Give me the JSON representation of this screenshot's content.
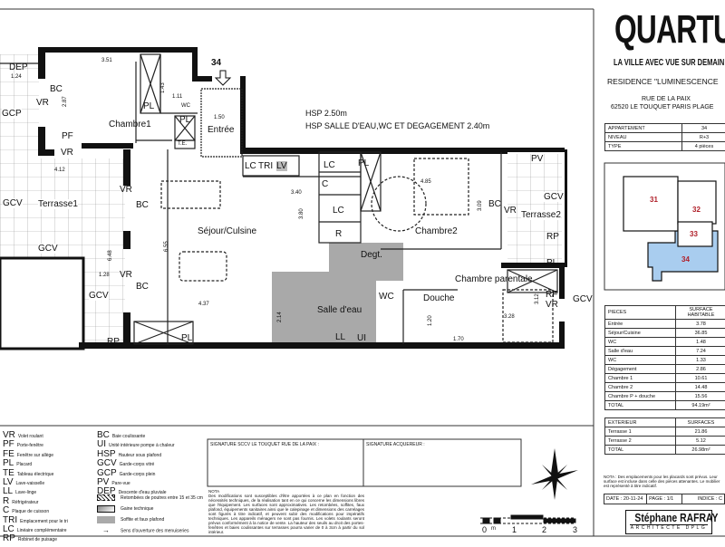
{
  "plan": {
    "apartment_tag": "34",
    "hsp": [
      "HSP 2.50m",
      "HSP SALLE D'EAU,WC ET DEGAGEMENT 2.40m"
    ],
    "rooms": [
      "Chambre1",
      "Entrée",
      "Séjour/Culsine",
      "Chambre2",
      "Degt.",
      "Salle d'eau",
      "WC",
      "Douche",
      "Chambre parentale",
      "Terrasse1",
      "Terrasse2",
      "WC"
    ],
    "codes": [
      "DEP",
      "BC",
      "VR",
      "GCP",
      "PL",
      "PL",
      "T.E.",
      "PF",
      "VR",
      "VR",
      "BC",
      "GCV",
      "GCV",
      "VR",
      "BC",
      "GCV",
      "RP",
      "PL",
      "LC",
      "TRI",
      "LV",
      "LC",
      "C",
      "LC",
      "R",
      "PL",
      "BC",
      "VR",
      "PV",
      "GCV",
      "RP",
      "PL",
      "RF",
      "VR",
      "GCV",
      "LL",
      "UI"
    ],
    "dimensions": [
      "1.24",
      "2.87",
      "3.51",
      "1.43",
      "1.11",
      "1.50",
      "4.12",
      "6.48",
      "1.28",
      "6.55",
      "4.37",
      "2.14",
      "3.40",
      "3.80",
      "4.85",
      "3.09",
      "3.12",
      "3.28",
      "1.70",
      "1.20"
    ]
  },
  "header": {
    "brand": "QUARTUS",
    "tagline": "LA VILLE AVEC VUE SUR DEMAIN",
    "residence": "RESIDENCE \"LUMINESCENCE",
    "street": "RUE DE LA PAIX",
    "city": "62520 LE TOUQUET PARIS PLAGE"
  },
  "info_table": [
    [
      "APPARTEMENT",
      "34"
    ],
    [
      "NIVEAU",
      "R+3"
    ],
    [
      "TYPE",
      "4 pièces"
    ]
  ],
  "key_plan": {
    "units": [
      "31",
      "32",
      "33",
      "34"
    ],
    "highlighted": "34",
    "highlight_color": "#a9cdef",
    "unit_label_color": "#b0202a"
  },
  "surfaces": {
    "header": [
      "PIECES",
      "SURFACE HABITABLE"
    ],
    "rows": [
      [
        "Entrée",
        "3.78"
      ],
      [
        "Séjour/Cuisine",
        "36.85"
      ],
      [
        "WC",
        "1.48"
      ],
      [
        "Salle d'eau",
        "7.24"
      ],
      [
        "WC",
        "1.33"
      ],
      [
        "Dégagement",
        "2.86"
      ],
      [
        "Chambre 1",
        "10.61"
      ],
      [
        "Chambre 2",
        "14.48"
      ],
      [
        "Chambre P + douche",
        "15.56"
      ]
    ],
    "total": [
      "TOTAL",
      "94.19m²"
    ]
  },
  "exterior": {
    "header": [
      "EXTERIEUR",
      "SURFACES"
    ],
    "rows": [
      [
        "Terrasse 1",
        "21.86"
      ],
      [
        "Terrasse 2",
        "5.12"
      ]
    ],
    "total": [
      "TOTAL",
      "26.98m²"
    ]
  },
  "right_note": "NOTA : Des emplacements pour les placards sont prévus. Leur surface est incluse dans celle des pièces attenantes. Le mobilier est représenté à titre indicatif.",
  "footer_meta": [
    "DATE : 20-11-24",
    "PAGE : 1/1",
    "INDICE : C"
  ],
  "architect": {
    "name": "Stéphane RAFRAY",
    "sub": "ARCHITECTE DPLG"
  },
  "legend_left": [
    [
      "VR",
      "Volet roulant"
    ],
    [
      "PF",
      "Porte-fenêtre"
    ],
    [
      "FE",
      "Fenêtre sur allège"
    ],
    [
      "PL",
      "Placard"
    ],
    [
      "TE",
      "Tableau électrique"
    ],
    [
      "LV",
      "Lave-vaisselle"
    ],
    [
      "LL",
      "Lave-linge"
    ],
    [
      "R",
      "Réfrigérateur"
    ],
    [
      "C",
      "Plaque de cuisson"
    ],
    [
      "TRI",
      "Emplacement pour le tri"
    ],
    [
      "LC",
      "Linéaire complémentaire"
    ],
    [
      "RP",
      "Robinet de puisage"
    ]
  ],
  "legend_right": [
    [
      "BC",
      "Baie coulissante"
    ],
    [
      "UI",
      "Unité intérieure pompe à chaleur"
    ],
    [
      "HSP",
      "Hauteur sous plafond"
    ],
    [
      "GCV",
      "Garde-corps vitré"
    ],
    [
      "GCP",
      "Garde-corps plein"
    ],
    [
      "PV",
      "Pare-vue"
    ],
    [
      "DEP",
      "Descente d'eau pluviale"
    ]
  ],
  "legend_symbols": [
    "Retombées de poutres entre 15 et 35 cm",
    "Gaine technique",
    "Soffite et faux plafond",
    "Sens d'ouverture des menuiseries"
  ],
  "signatures": [
    "SIGNATURE SCCV LE TOUQUET RUE DE LA PAIX :",
    "SIGNATURE ACQUEREUR :"
  ],
  "nota_title": "NOTA",
  "nota": "Des modifications sont susceptibles d'être apportées à ce plan en fonction des nécessités techniques, de la réalisation tant en ce qui concerne les dimensions libres que l'équipement. Les surfaces sont approximatives. Les retombées, soffites, faux plafond, équipements sanitaires ainsi que le calepinage et dimensions des carrelages sont figurés à titre indicatif, et peuvent subir des modifications pour impératifs techniques. Les appareils ménagers ne sont pas fournis. Les volets roulants seront prévus conformément à la notice de vente. La hauteur des seuils au droit des portes-fenêtres et baies coulissantes sur terrasses pourra varier de 0 à 3cm à partir du sol intérieur.",
  "scale": {
    "ticks": [
      "0",
      "1",
      "2",
      "3"
    ],
    "unit": "m"
  }
}
